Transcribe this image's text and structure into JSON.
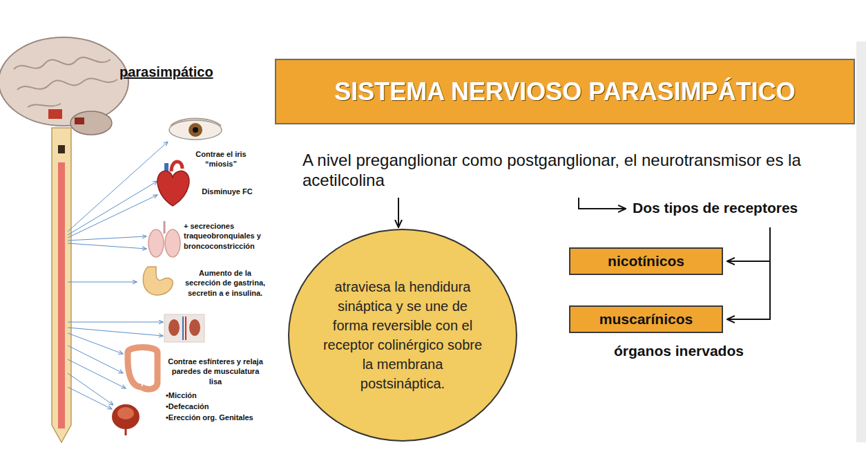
{
  "diagram": {
    "title": "SISTEMA NERVIOSO PARASIMPÁTICO",
    "nodes": [
      {
        "text": [
          "A nivel preganglionar como postganglionar, el neurotransmisor es la acetilcolina"
        ]
      },
      {
        "text": [
          "atraviesa la hendidura sináptica y se une de forma reversible con el receptor colinérgico sobre la membrana postsináptica."
        ]
      },
      {
        "text": [
          "Dos tipos de receptores"
        ]
      },
      {
        "text": [
          "nicotínicos"
        ]
      },
      {
        "text": [
          "muscarínicos"
        ]
      }
    ],
    "edges": [
      {
        "from": 0,
        "to": 1,
        "arrow": "to"
      },
      {
        "from": 0,
        "to": 2,
        "arrow": "to"
      },
      {
        "from": 2,
        "to": 3,
        "arrow": "to"
      },
      {
        "from": 2,
        "to": 4,
        "arrow": "to"
      }
    ],
    "labels": [
      "parasimpático",
      "Contrae el iris “miosis”",
      "Disminuye FC",
      "+ secreciones traqueobronquiales y broncoconstricción",
      "Aumento de la secreción de gastrina, secretin a e insulina.",
      "Contrae esfínteres y relaja paredes de musculatura lisa",
      "•Micción",
      "•Defecación",
      "•Erección org. Genitales",
      "órganos inervados"
    ]
  }
}
